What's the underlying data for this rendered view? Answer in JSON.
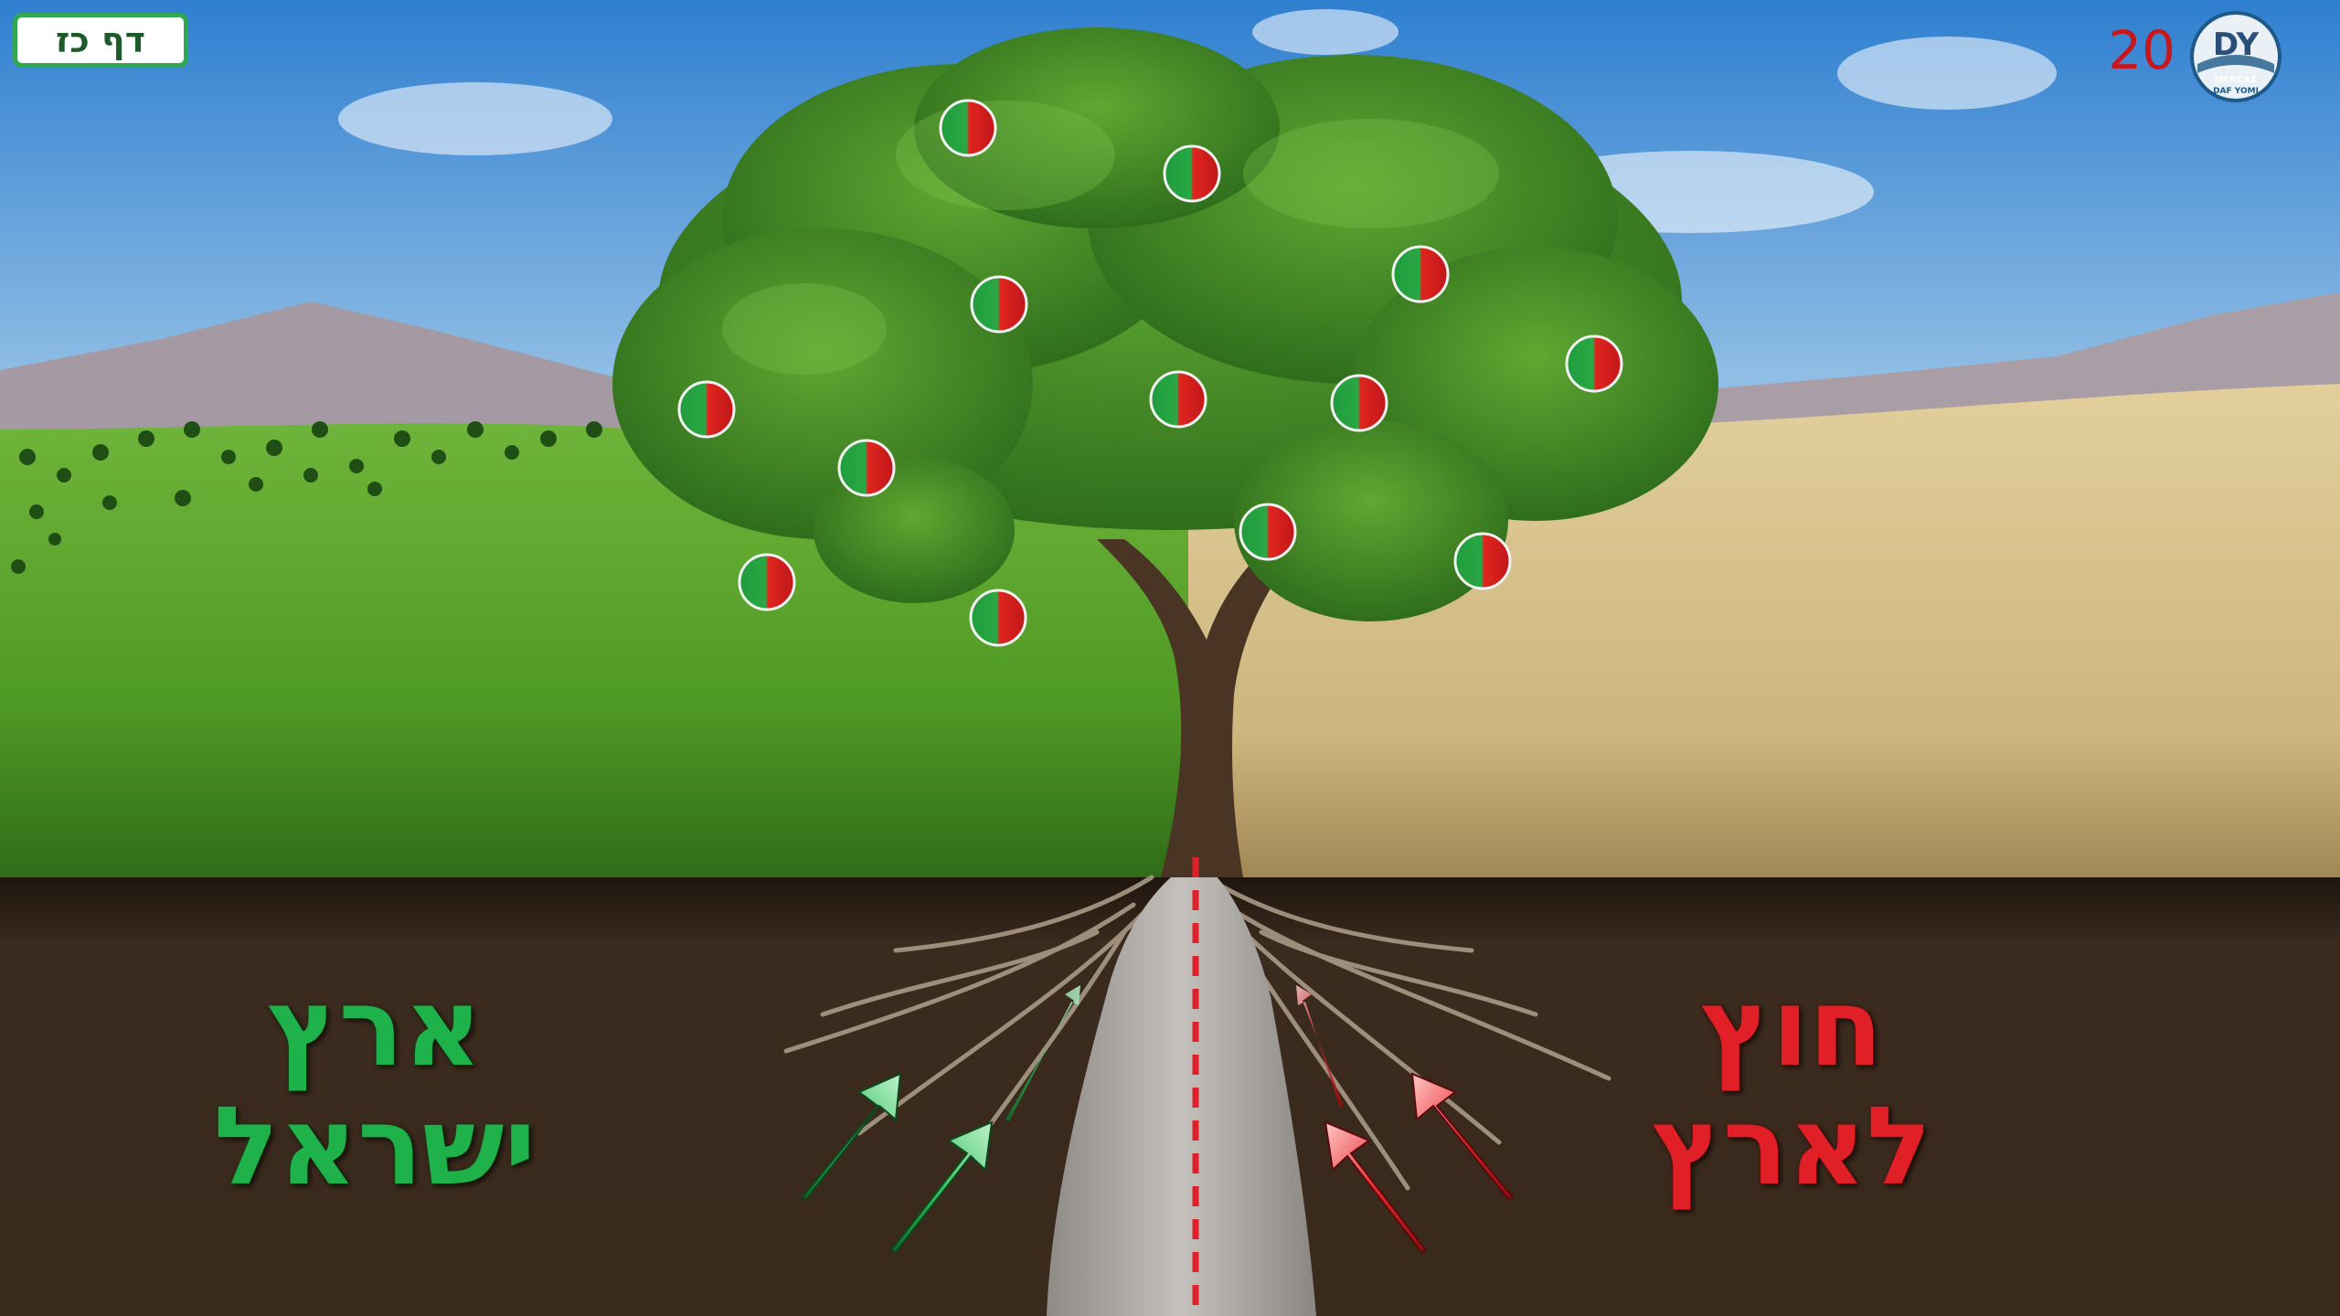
{
  "daf_badge": "דף כז",
  "slide_number": "20",
  "logo": {
    "initials": "DY",
    "line1": "MERCAZ",
    "line2": "DAF YOMI"
  },
  "labels": {
    "eretz_yisrael": {
      "line1": "ארץ",
      "line2": "ישראל"
    },
    "chutz_laaretz": {
      "line1": "חוץ",
      "line2": "לארץ"
    }
  },
  "colors": {
    "israel_green": "#1fb24a",
    "chutz_red": "#e01f26",
    "sky": "#3f8fd6",
    "soil": "#3b2a1e"
  }
}
